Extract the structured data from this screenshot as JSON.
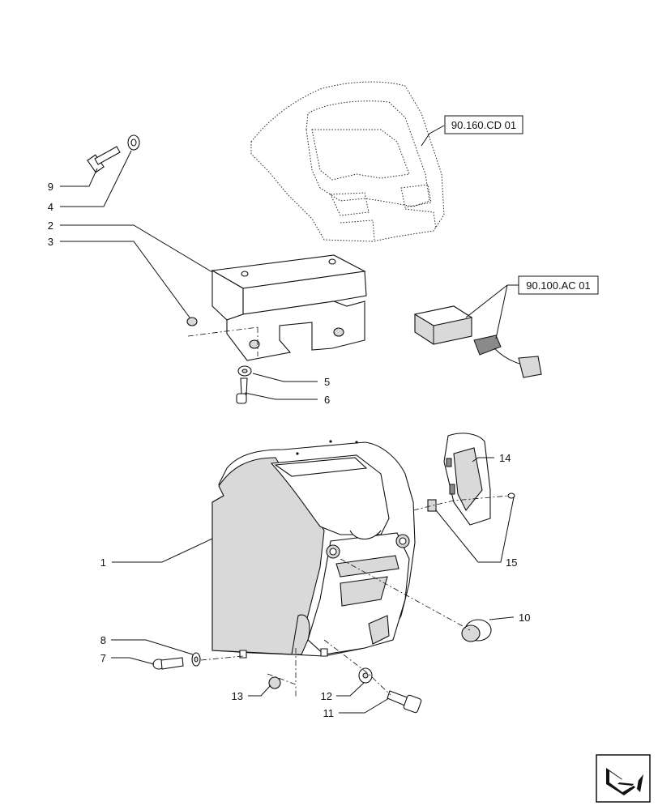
{
  "labels": {
    "p1": "1",
    "p2": "2",
    "p3": "3",
    "p4": "4",
    "p5": "5",
    "p6": "6",
    "p7": "7",
    "p8": "8",
    "p9": "9",
    "p10": "10",
    "p11": "11",
    "p12": "12",
    "p13": "13",
    "p14": "14",
    "p15": "15"
  },
  "references": {
    "dashboard": "90.160.CD 01",
    "harness": "90.100.AC 01"
  },
  "icons": {
    "corner": "next-page-arrow-icon"
  }
}
